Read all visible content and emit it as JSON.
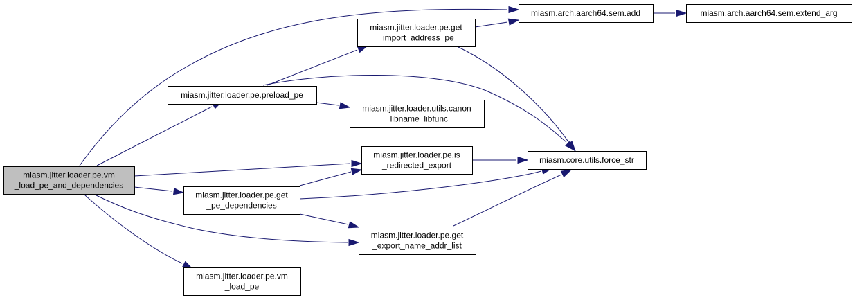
{
  "graph": {
    "colors": {
      "edge": "#191970",
      "root_fill": "#bfbfbf",
      "node_fill": "#ffffff",
      "node_border": "#000000"
    },
    "nodes": {
      "vm_load_pe_and_dependencies": {
        "lines": [
          "miasm.jitter.loader.pe.vm",
          "_load_pe_and_dependencies"
        ],
        "root": true
      },
      "preload_pe": {
        "lines": [
          "miasm.jitter.loader.pe.preload_pe"
        ]
      },
      "get_pe_dependencies": {
        "lines": [
          "miasm.jitter.loader.pe.get",
          "_pe_dependencies"
        ]
      },
      "vm_load_pe": {
        "lines": [
          "miasm.jitter.loader.pe.vm",
          "_load_pe"
        ]
      },
      "get_import_address_pe": {
        "lines": [
          "miasm.jitter.loader.pe.get",
          "_import_address_pe"
        ]
      },
      "canon_libname_libfunc": {
        "lines": [
          "miasm.jitter.loader.utils.canon",
          "_libname_libfunc"
        ]
      },
      "is_redirected_export": {
        "lines": [
          "miasm.jitter.loader.pe.is",
          "_redirected_export"
        ]
      },
      "get_export_name_addr_list": {
        "lines": [
          "miasm.jitter.loader.pe.get",
          "_export_name_addr_list"
        ]
      },
      "aarch64_sem_add": {
        "lines": [
          "miasm.arch.aarch64.sem.add"
        ]
      },
      "force_str": {
        "lines": [
          "miasm.core.utils.force_str"
        ]
      },
      "extend_arg": {
        "lines": [
          "miasm.arch.aarch64.sem.extend_arg"
        ]
      }
    },
    "edges": [
      [
        "vm_load_pe_and_dependencies",
        "aarch64_sem_add"
      ],
      [
        "vm_load_pe_and_dependencies",
        "preload_pe"
      ],
      [
        "vm_load_pe_and_dependencies",
        "is_redirected_export"
      ],
      [
        "vm_load_pe_and_dependencies",
        "get_pe_dependencies"
      ],
      [
        "vm_load_pe_and_dependencies",
        "get_export_name_addr_list"
      ],
      [
        "vm_load_pe_and_dependencies",
        "vm_load_pe"
      ],
      [
        "preload_pe",
        "get_import_address_pe"
      ],
      [
        "preload_pe",
        "force_str"
      ],
      [
        "preload_pe",
        "canon_libname_libfunc"
      ],
      [
        "get_import_address_pe",
        "aarch64_sem_add"
      ],
      [
        "get_import_address_pe",
        "force_str"
      ],
      [
        "aarch64_sem_add",
        "extend_arg"
      ],
      [
        "is_redirected_export",
        "force_str"
      ],
      [
        "get_pe_dependencies",
        "is_redirected_export"
      ],
      [
        "get_pe_dependencies",
        "force_str"
      ],
      [
        "get_pe_dependencies",
        "get_export_name_addr_list"
      ],
      [
        "get_export_name_addr_list",
        "force_str"
      ]
    ]
  }
}
